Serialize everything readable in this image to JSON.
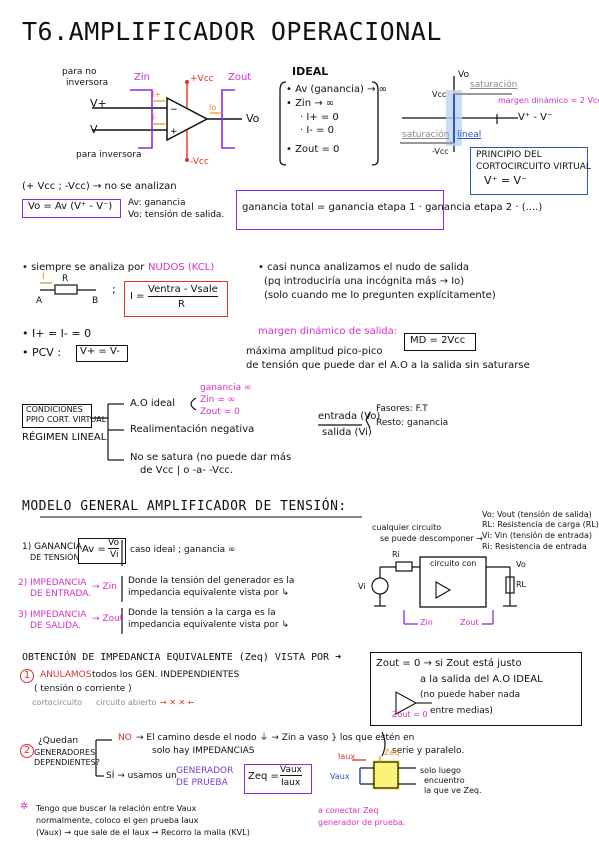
{
  "title": "T6.AMPLIFICADOR OPERACIONAL",
  "opamp": {
    "para_no_inversora": "para no",
    "para_no_inversora2": "inversora",
    "vplus": "V+",
    "vminus": "V-",
    "para_inversora": "para inversora",
    "zin": "Zin",
    "zout": "Zout",
    "vcc_pos": "+Vcc",
    "vcc_neg": "-Vcc",
    "iplus": "I+",
    "iminus": "I-",
    "io": "Io",
    "vo": "Vo"
  },
  "ideal": {
    "title": "IDEAL",
    "l1": "• Av (ganancia) → ∞",
    "l2": "• Zin → ∞",
    "l3": "· I+ = 0",
    "l4": "· I- = 0",
    "l5": "• Zout = 0"
  },
  "transfer": {
    "vo": "Vo",
    "vcc": "Vcc",
    "mvcc": "-Vcc",
    "saturacion": "saturación",
    "saturacion2": "saturación",
    "lineal": "lineal",
    "margen": "margen dinámico ≈ 2 Vcc",
    "axis": "V⁺ - V⁻"
  },
  "cortocircuito": {
    "l1": "PRINCIPIO DEL",
    "l2": "CORTOCIRCUITO VIRTUAL",
    "l3": "V⁺ = V⁻"
  },
  "no_analizan": "(+ Vcc ; -Vcc) → no se analizan",
  "vo_formula": "Vo = Av (V⁺ - V⁻)",
  "av_def": "Av: ganancia",
  "vo_def": "Vo: tensión de salida.",
  "ganancia_total": "ganancia total = ganancia etapa 1 · ganancia etapa 2 · (....)",
  "nudos": {
    "l1": "• siempre se analiza por",
    "kcl": "NUDOS (KCL)",
    "I": "I",
    "R": "R",
    "A": "A",
    "B": "B",
    "formula": "I = Ventra - Vsale / R",
    "num": "Ventra - Vsale",
    "den": "R",
    "ieq": "I ="
  },
  "casi": {
    "l1": "• casi nunca analizamos el nudo de salida",
    "l2": "(pq introduciría una incógnita más → Io)",
    "l3": "(solo cuando me lo pregunten explícitamente)"
  },
  "ii": "• I+ = I- = 0",
  "pcv_label": "• PCV :",
  "pcv": "V+ = V-",
  "margen_title": "margen dinámico de salida:",
  "md": "MD = 2Vcc",
  "maxima": "máxima amplitud pico-pico",
  "maxima2": "de tensión que puede dar el A.O a la salida sin saturarse",
  "condiciones": {
    "l1": "CONDICIONES",
    "l2": "PPIO CORT. VIRTUAL",
    "regimen": "RÉGIMEN LINEAL.",
    "a1": "A.O ideal",
    "g1": "ganancia ∞",
    "g2": "Zin = ∞",
    "g3": "Zout = 0",
    "a2": "Realimentación negativa",
    "a3": "No se satura (no puede dar más",
    "a3b": "de Vcc | o -a- -Vcc."
  },
  "ft": {
    "entrada": "entrada (Vo)",
    "salida": "salida (Vi)",
    "fasores": "Fasores: F.T",
    "resto": "Resto: ganancia"
  },
  "modelo_title": "MODELO GENERAL AMPLIFICADOR DE TENSIÓN:",
  "m1": {
    "num": "1) GANANCIA",
    "sub": "DE TENSIÓN",
    "av": "Av =",
    "frac_n": "Vo",
    "frac_d": "Vi",
    "caso": "caso ideal ; ganancia ∞"
  },
  "m2": {
    "num": "2) IMPEDANCIA",
    "sub": "DE ENTRADA.",
    "z": "→ Zin",
    "t1": "Donde la tensión del generador es la",
    "t2": "impedancia equivalente vista por ↳"
  },
  "m3": {
    "num": "3) IMPEDANCIA",
    "sub": "DE SALIDA.",
    "z": "→ Zout",
    "t1": "Donde la tensión a la carga es la",
    "t2": "impedancia equivalente vista por ↳"
  },
  "circuit": {
    "c1": "cualquier circuito",
    "c2": "se puede descomponer →",
    "ri": "Ri",
    "vi": "Vi",
    "inner": "circuito con",
    "vo": "Vo",
    "rl": "RL",
    "zin": "Zin",
    "zout": "Zout"
  },
  "legend": {
    "l1": "Vo: Vout (tensión de salida)",
    "l2": "RL: Resistencia de carga (RL)",
    "l3": "Vi: Vin (tensión de entrada)",
    "l4": "Ri: Resistencia de entrada"
  },
  "obtencion": "OBTENCIÓN DE IMPEDANCIA EQUIVALENTE (Zeq) VISTA POR ➜",
  "anulamos": {
    "n": "1",
    "a": "ANULAMOS",
    "b": "todos los GEN. INDEPENDIENTES",
    "c": "( tensión o corriente )",
    "d": "cortocircuito",
    "e": "circuito abierto",
    "f": "→ ✕ ✕ ←"
  },
  "zout_box": {
    "l1": "Zout = 0 → si Zout está justo",
    "l2": "a la salida del A.O IDEAL",
    "l3": "(no puede haber nada",
    "l4": "entre medias)",
    "l5": "Zout = 0"
  },
  "quedan": {
    "n": "2",
    "l1": "¿Quedan",
    "l2": "GENERADORES",
    "l3": "DEPENDIENTES?",
    "no": "NO",
    "no_t1": "→ El camino desde el nodo ⏚ → Zin a vaso } los que estén en",
    "no_t2": "solo hay IMPEDANCIAS",
    "no_t3": "serie y paralelo.",
    "si": "SÍ → usamos un",
    "gen": "GENERADOR",
    "gen2": "DE PRUEBA",
    "zeq": "Zeq =",
    "zn": "Vaux",
    "zd": "Iaux",
    "iaux": "Iaux",
    "vaux": "Vaux",
    "zeq2": "Zeq",
    "solo": "solo luego",
    "solo2": "encuentro",
    "solo3": "la que ve Zeq.",
    "nota": "a conectar Zeq",
    "nota2": "generador de prueba."
  },
  "star": {
    "l1": "Tengo que buscar la relación entre Vaux",
    "l2": "normalmente, coloco el gen prueba Iaux",
    "l3": "(Vaux) → que sale de el Iaux → Recorro la malla (KVL)"
  }
}
